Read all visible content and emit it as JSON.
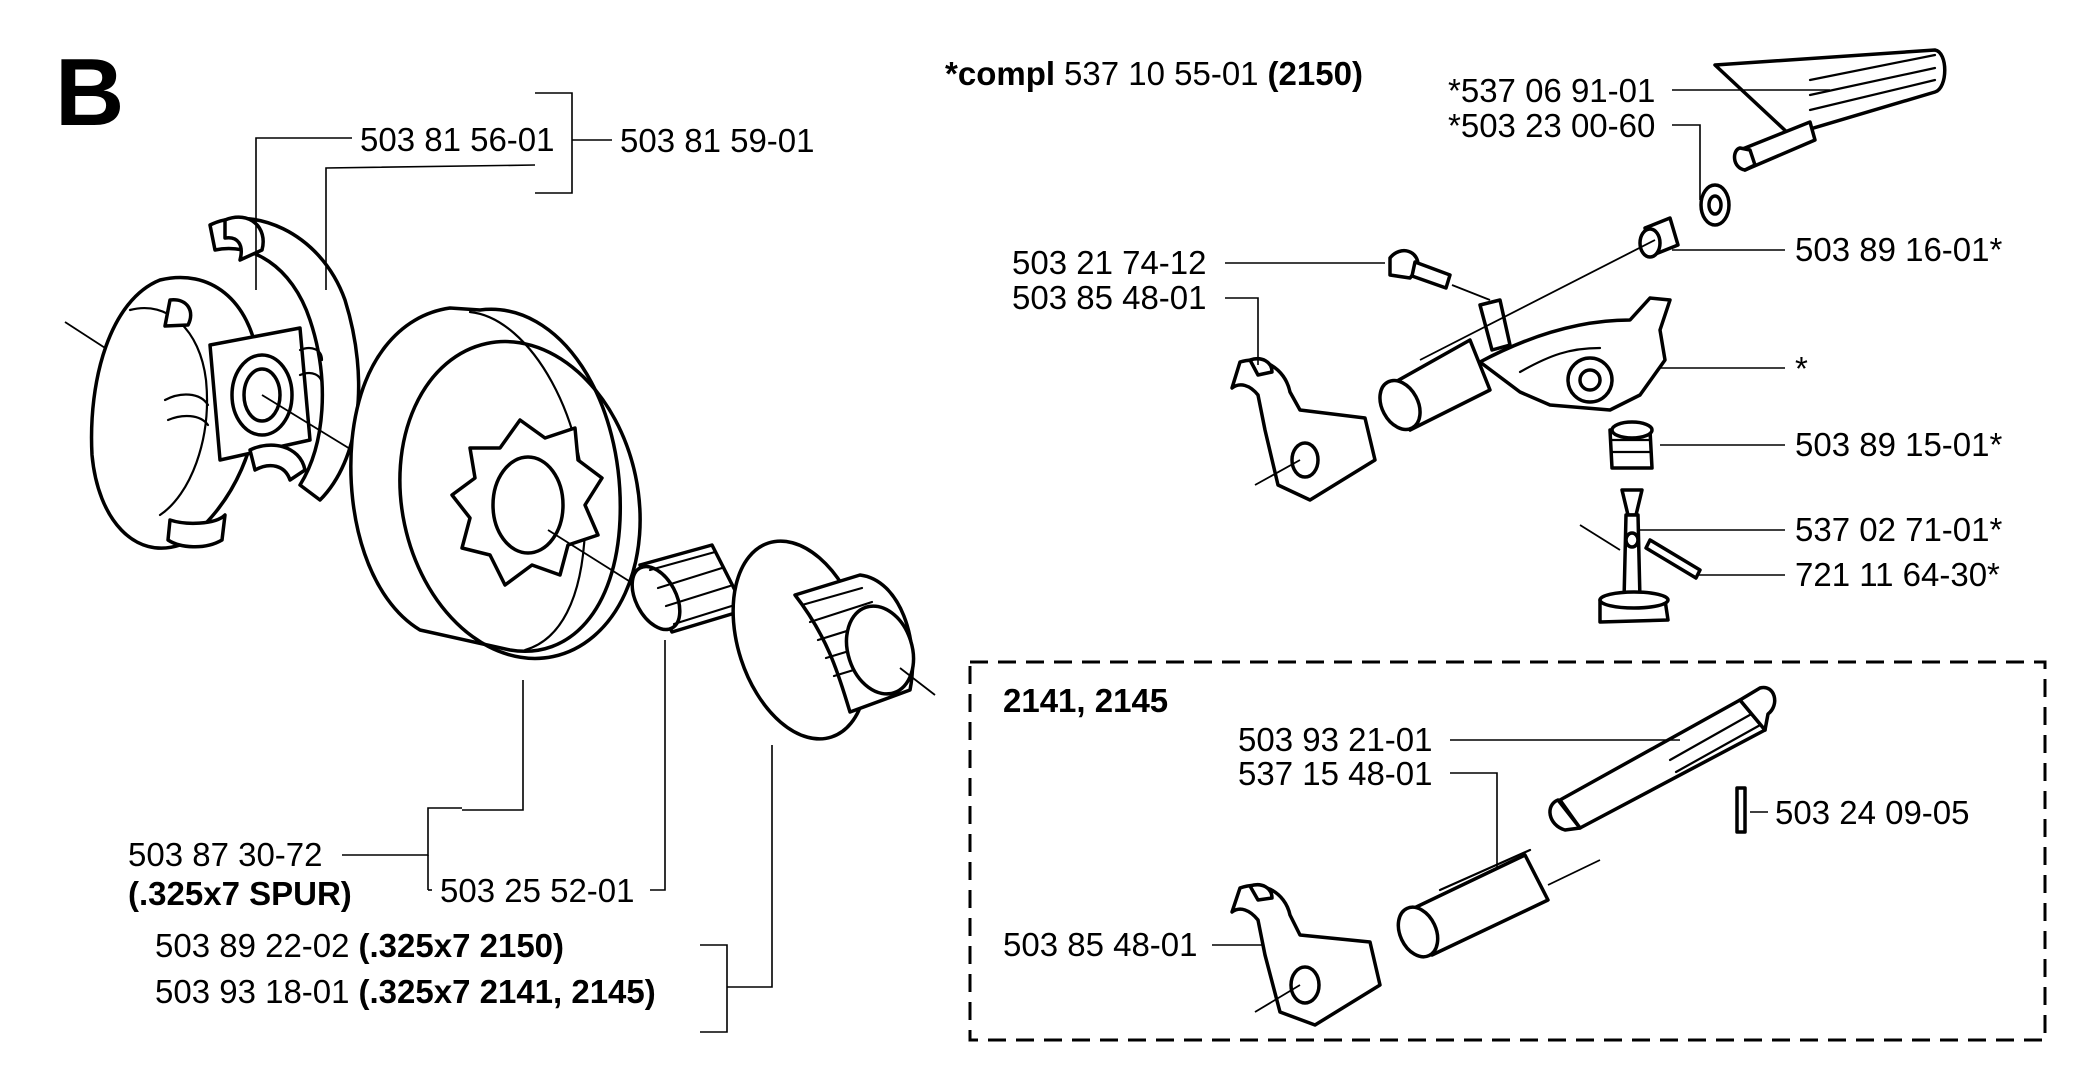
{
  "diagram": {
    "section_letter": "B",
    "labels": {
      "shoe_a": "503 81 56-01",
      "shoe_b": "503 81 59-01",
      "drum_num": "503 87 30-72",
      "drum_note": "(.325x7 SPUR)",
      "needle_bearing": "503 25 52-01",
      "rim1_num": "503 89 22-02",
      "rim1_note": "(.325x7  2150)",
      "rim2_num": "503 93 18-01",
      "rim2_note": "(.325x7  2141, 2145)",
      "compl_prefix": "*compl",
      "compl_num": "537 10 55-01",
      "compl_suffix": "(2150)",
      "shaft": "*537 06 91-01",
      "washer": "*503 23 00-60",
      "screw": "503 21 74-12",
      "pump_arm": "503 85 48-01",
      "spring_top": "503 89 16-01*",
      "housing": "*",
      "spring_mid": "503 89 15-01*",
      "plunger": "537 02 71-01*",
      "pin": "721 11 64-30*"
    },
    "inset": {
      "title": "2141, 2145",
      "shaft": "503 93 21-01",
      "sleeve": "537 15 48-01",
      "pin": "503 24 09-05",
      "arm": "503 85 48-01"
    }
  }
}
